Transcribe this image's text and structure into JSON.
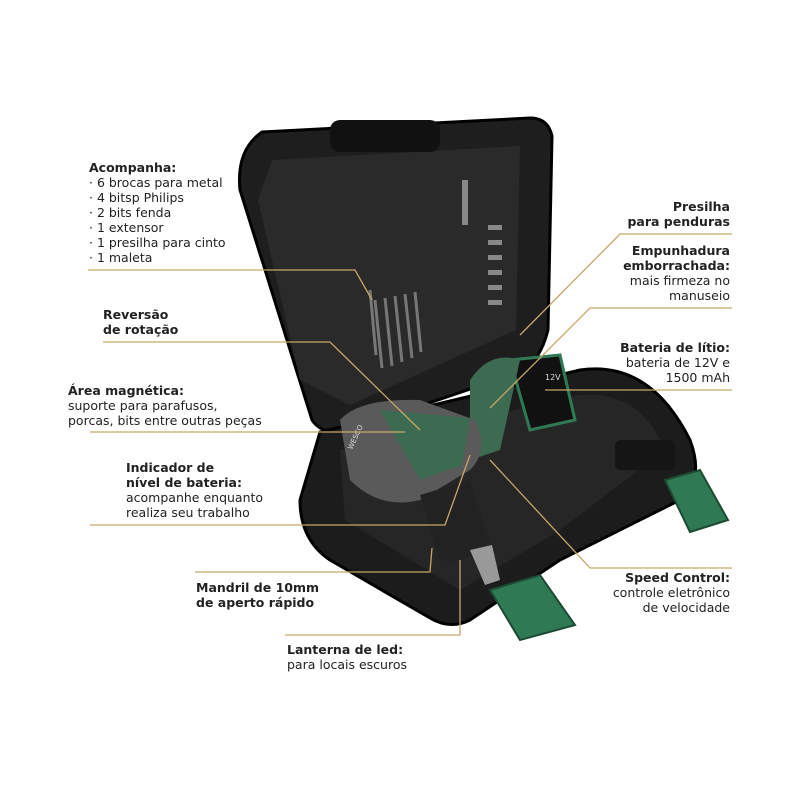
{
  "colors": {
    "leader_line": "#c8a66a",
    "case": "#1c1c1c",
    "drill_green": "#3d6b52",
    "handle_green": "#2f7a55"
  },
  "drill_brand": "WESCO",
  "battery_label": "12V",
  "callouts": {
    "acompanha": {
      "title": "Acompanhanha:",
      "items": [
        "· 6 brocas para metal",
        "· 4 bitsp Philips",
        "· 2 bits fenda",
        "· 1 extensor",
        "· 1 presilha para cinto",
        "· 1 maleta"
      ]
    },
    "reversao": {
      "title_1": "Reversão",
      "title_2": "de rotação"
    },
    "area_magnetica": {
      "title": "Área magnética:",
      "line_1": "suporte para parafusos,",
      "line_2": "porcas, bits entre outras peças"
    },
    "indicador": {
      "title_1": "Indicador de",
      "title_2": "nível de bateria:",
      "line_1": "acompanhe enquanto",
      "line_2": "realiza seu trabalho"
    },
    "mandril": {
      "title_1": "Mandril de 10mm",
      "title_2": "de aperto rápido"
    },
    "lanterna": {
      "title": "Lanterna de led:",
      "line_1": "para locais escuros"
    },
    "presilha": {
      "title_1": "Presilha",
      "title_2": "para penduras"
    },
    "empunhadura": {
      "title_1": "Empunhadura",
      "title_2": "emborrachada:",
      "line_1": "mais firmeza no",
      "line_2": "manuseio"
    },
    "bateria": {
      "title": "Bateria de lítio:",
      "line_1": "bateria de 12V e",
      "line_2": "1500 mAh"
    },
    "speed": {
      "title": "Speed Control:",
      "line_1": "controle eletrônico",
      "line_2": "de velocidade"
    }
  }
}
